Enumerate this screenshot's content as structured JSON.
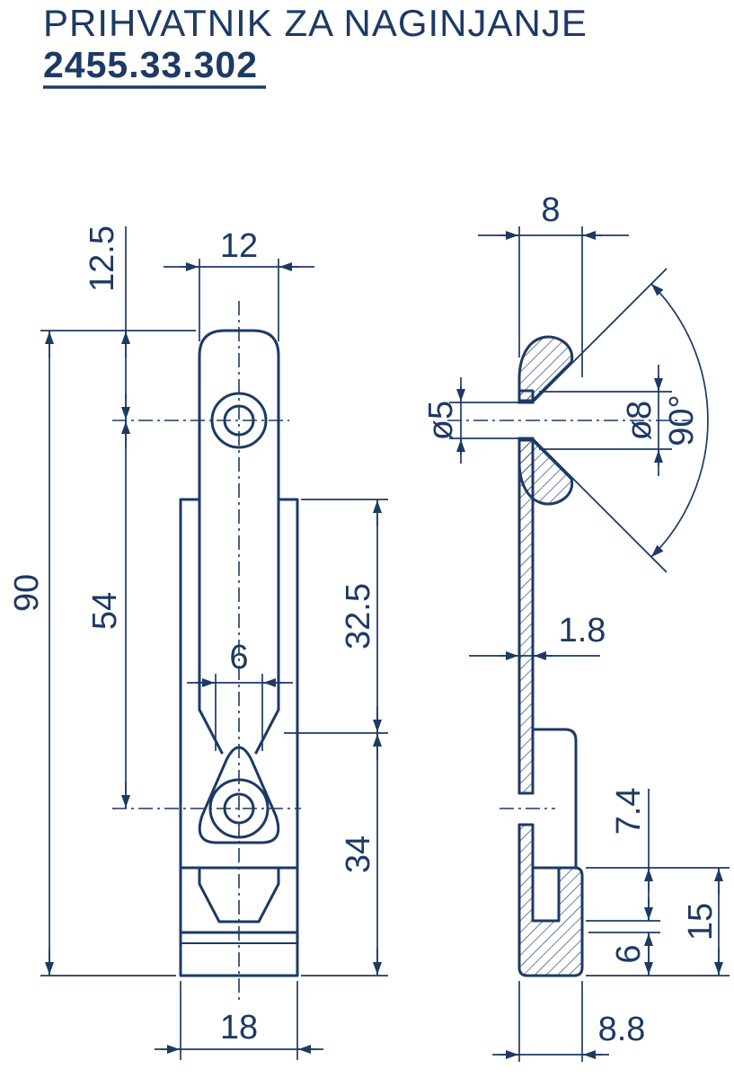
{
  "title": "PRIHVATNIK ZA NAGINJANJE",
  "part_number": "2455.33.302",
  "colors": {
    "ink": "#1d3a64",
    "paper": "#ffffff"
  },
  "dims": {
    "top_edge_to_hole": "12.5",
    "head_width": "12",
    "overall_length": "90",
    "hole_spacing": "54",
    "slot_width": "6",
    "upper_segment": "32.5",
    "lower_segment": "34",
    "base_width": "18",
    "profile_width": "8",
    "hole_diameter": "ø5",
    "countersink_diameter": "ø8",
    "countersink_angle": "90°",
    "wall_thickness": "1.8",
    "step_height": "7.4",
    "foot_height": "15",
    "foot_lip": "6",
    "foot_depth": "8.8"
  }
}
